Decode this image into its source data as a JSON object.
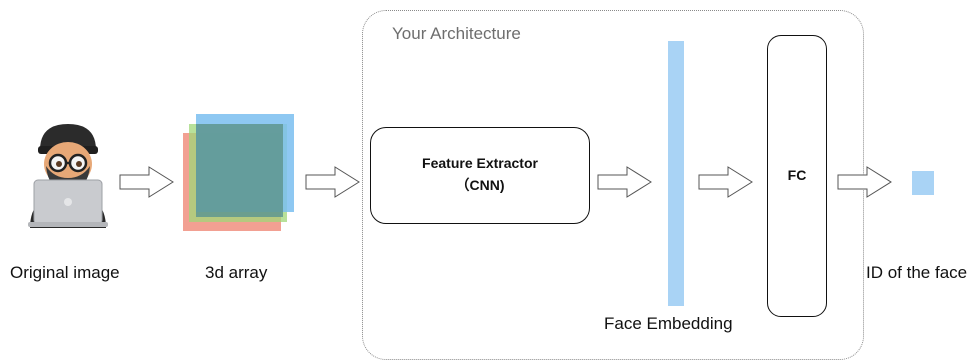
{
  "labels": {
    "original_image": "Original image",
    "array_3d": "3d array",
    "architecture_title": "Your Architecture",
    "feature_extractor": "Feature Extractor",
    "cnn": "（CNN)",
    "face_embedding": "Face Embedding",
    "fc": "FC",
    "id_of_face": "ID of the face"
  },
  "colors": {
    "embedding_blue": "#a9d3f5",
    "layer_red": "#ec7864",
    "layer_green": "#a0d778",
    "layer_blue": "#7abef0"
  },
  "icons": {
    "avatar": "person-with-laptop-icon",
    "arrows": "hollow-right-arrow-icon"
  }
}
